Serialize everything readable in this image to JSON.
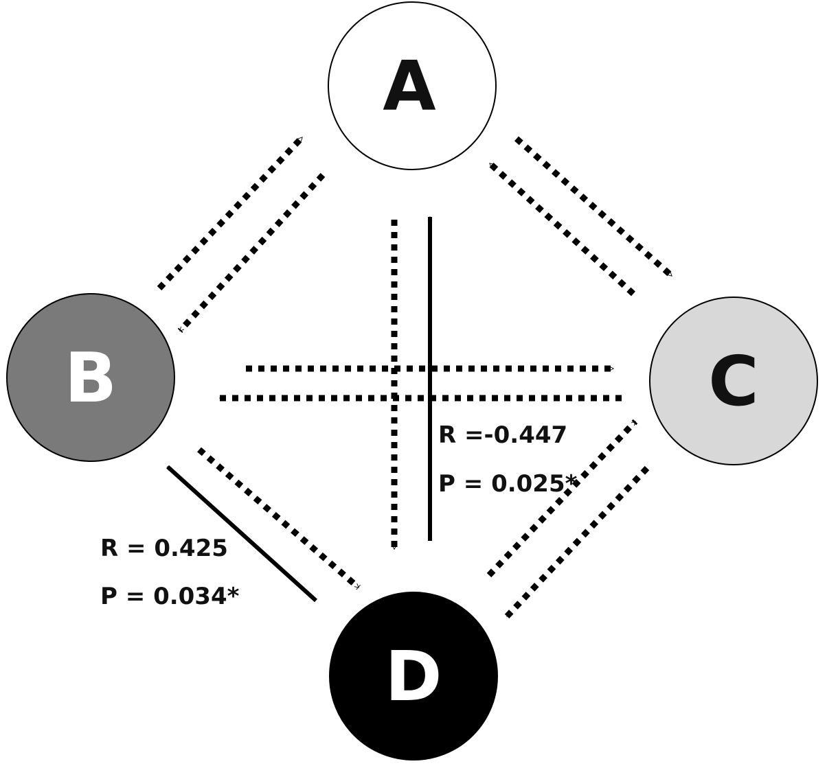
{
  "nodes": {
    "a": {
      "label": "A",
      "fill": "#ffffff",
      "text_color": "#111111"
    },
    "b": {
      "label": "B",
      "fill": "#7a7a7a",
      "text_color": "#ffffff"
    },
    "c": {
      "label": "C",
      "fill": "#d8d8d8",
      "text_color": "#111111"
    },
    "d": {
      "label": "D",
      "fill": "#000000",
      "text_color": "#ffffff"
    }
  },
  "edges": [
    {
      "from": "B",
      "to": "A",
      "style": "dotted"
    },
    {
      "from": "A",
      "to": "B",
      "style": "dotted"
    },
    {
      "from": "A",
      "to": "C",
      "style": "dotted"
    },
    {
      "from": "C",
      "to": "A",
      "style": "dotted"
    },
    {
      "from": "B",
      "to": "C",
      "style": "dotted"
    },
    {
      "from": "C",
      "to": "B",
      "style": "dotted"
    },
    {
      "from": "A",
      "to": "D",
      "style": "dotted"
    },
    {
      "from": "D",
      "to": "A",
      "style": "solid"
    },
    {
      "from": "B",
      "to": "D",
      "style": "dotted"
    },
    {
      "from": "D",
      "to": "B",
      "style": "solid"
    },
    {
      "from": "D",
      "to": "C",
      "style": "dotted"
    },
    {
      "from": "C",
      "to": "D",
      "style": "dotted"
    }
  ],
  "annotations": {
    "d_to_a": {
      "r": "R =-0.447",
      "p": "P = 0.025*"
    },
    "d_to_b": {
      "r": "R = 0.425",
      "p": "P = 0.034*"
    }
  }
}
